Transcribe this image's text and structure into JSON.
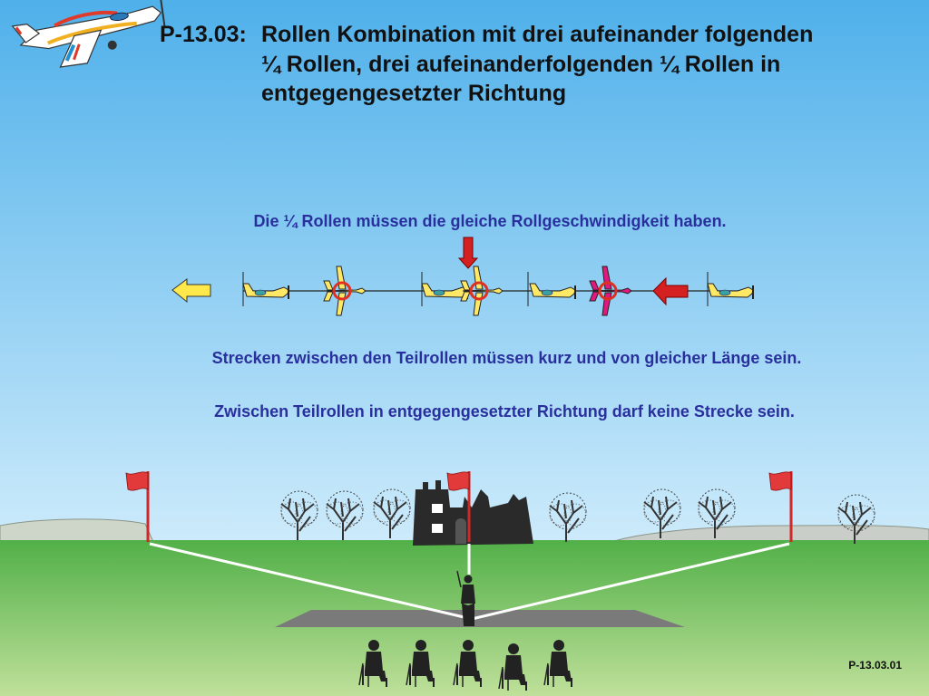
{
  "title": {
    "code": "P-13.03:",
    "line1": "Rollen Kombination mit drei aufeinander folgenden",
    "line2": "¼ Rollen, drei aufeinanderfolgenden ¼  Rollen in",
    "line3": "entgegengesetzter Richtung"
  },
  "notes": {
    "equal_roll_rate": "Die ¼  Rollen müssen die gleiche Rollgeschwindigkeit haben.",
    "short_segments": "Strecken zwischen den Teilrollen müssen kurz und von gleicher Länge sein.",
    "no_segment_reverse": "Zwischen Teilrollen in entgegengesetzter Richtung darf keine Strecke sein."
  },
  "figure_code": "P-13.03.01",
  "colors": {
    "sky_top": "#4fb0ea",
    "sky_bottom": "#cdebfb",
    "grass_top": "#52b048",
    "grass_bottom": "#bfe09a",
    "note_text": "#2a2f9e",
    "airplane_yellow": "#ffe866",
    "airplane_magenta": "#e0197e",
    "arrow_red": "#d42020",
    "arrow_yellow": "#ffe84a",
    "flag_red": "#e23a3a"
  },
  "icons": {
    "logo": "model-airplane-icon",
    "direction_left": "arrow-left-icon",
    "direction_right": "arrow-right-icon",
    "roll_center": "down-arrow-icon"
  }
}
